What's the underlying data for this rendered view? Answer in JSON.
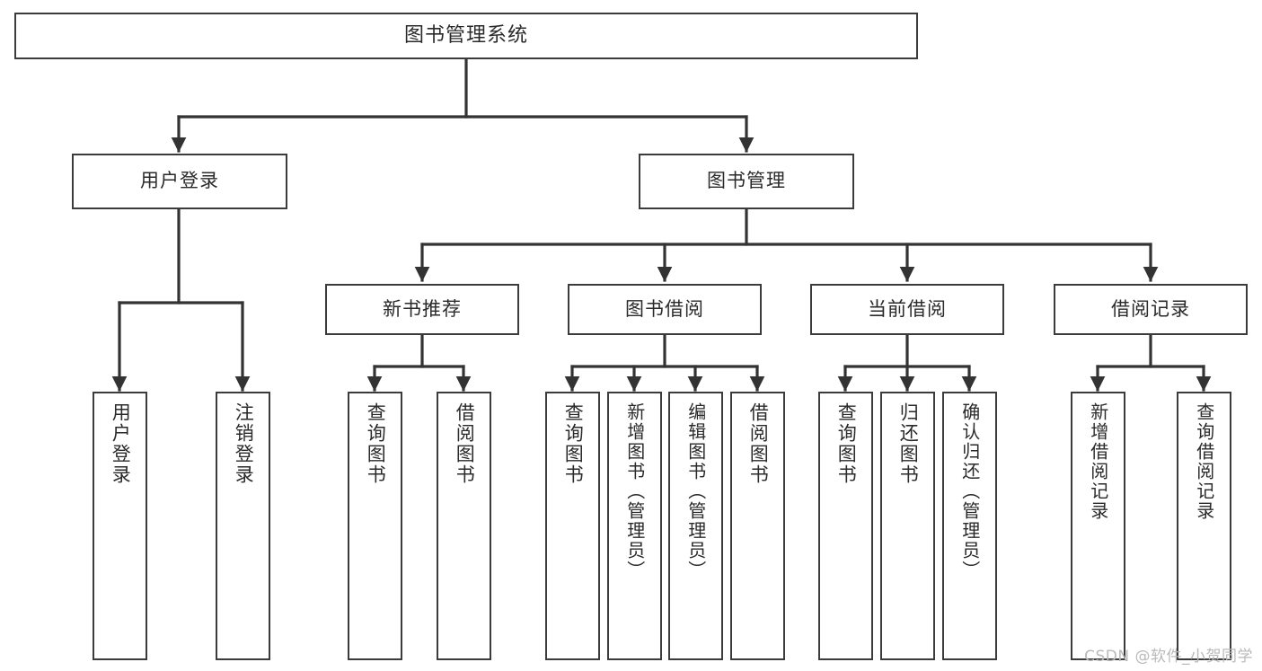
{
  "diagram": {
    "title": "图书管理系统",
    "type": "tree",
    "watermark": "CSDN @软件_小贺同学",
    "colors": {
      "background": "#ffffff",
      "box_border": "#3b3b3b",
      "box_fill": "#ffffff",
      "text": "#2a2a2a",
      "connector": "#333333",
      "watermark": "#b9b9b9"
    },
    "root": {
      "id": "root",
      "label": "图书管理系统"
    },
    "level1": [
      {
        "id": "user-login",
        "label": "用户登录"
      },
      {
        "id": "book-manage",
        "label": "图书管理"
      }
    ],
    "level2": [
      {
        "id": "new-book-recommend",
        "label": "新书推荐",
        "parent": "book-manage"
      },
      {
        "id": "book-borrow",
        "label": "图书借阅",
        "parent": "book-manage"
      },
      {
        "id": "current-borrow",
        "label": "当前借阅",
        "parent": "book-manage"
      },
      {
        "id": "borrow-record",
        "label": "借阅记录",
        "parent": "book-manage"
      }
    ],
    "leaves": {
      "user-login": [
        {
          "id": "leaf-user-login",
          "label": "用户登录"
        },
        {
          "id": "leaf-user-logout",
          "label": "注销登录"
        }
      ],
      "new-book-recommend": [
        {
          "id": "leaf-query-book-1",
          "label": "查询图书"
        },
        {
          "id": "leaf-borrow-book-1",
          "label": "借阅图书"
        }
      ],
      "book-borrow": [
        {
          "id": "leaf-query-book-2",
          "label": "查询图书"
        },
        {
          "id": "leaf-add-book",
          "label": "新增图书（管理员）"
        },
        {
          "id": "leaf-edit-book",
          "label": "编辑图书（管理员）"
        },
        {
          "id": "leaf-borrow-book-2",
          "label": "借阅图书"
        }
      ],
      "current-borrow": [
        {
          "id": "leaf-query-book-3",
          "label": "查询图书"
        },
        {
          "id": "leaf-return-book",
          "label": "归还图书"
        },
        {
          "id": "leaf-confirm-return",
          "label": "确认归还（管理员）"
        }
      ],
      "borrow-record": [
        {
          "id": "leaf-add-record",
          "label": "新增借阅记录"
        },
        {
          "id": "leaf-query-record",
          "label": "查询借阅记录"
        }
      ]
    }
  }
}
